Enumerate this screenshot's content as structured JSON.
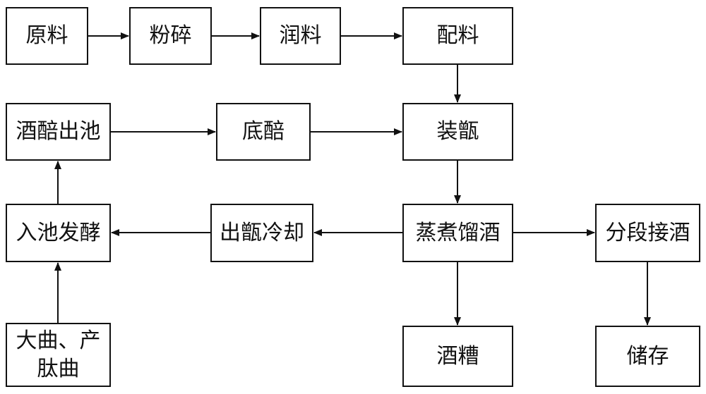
{
  "nodes": {
    "raw_material": "原料",
    "crushing": "粉碎",
    "moistening": "润料",
    "batching": "配料",
    "fermented_grain_out": "酒醅出池",
    "base_grain": "底醅",
    "loading_steamer": "装甑",
    "fermentation": "入池发酵",
    "cooling": "出甑冷却",
    "distillation": "蒸煮馏酒",
    "fractional_collection": "分段接酒",
    "daqu_line1": "大曲、产",
    "daqu_line2": "肽曲",
    "distillers_grains": "酒糟",
    "storage": "储存"
  }
}
